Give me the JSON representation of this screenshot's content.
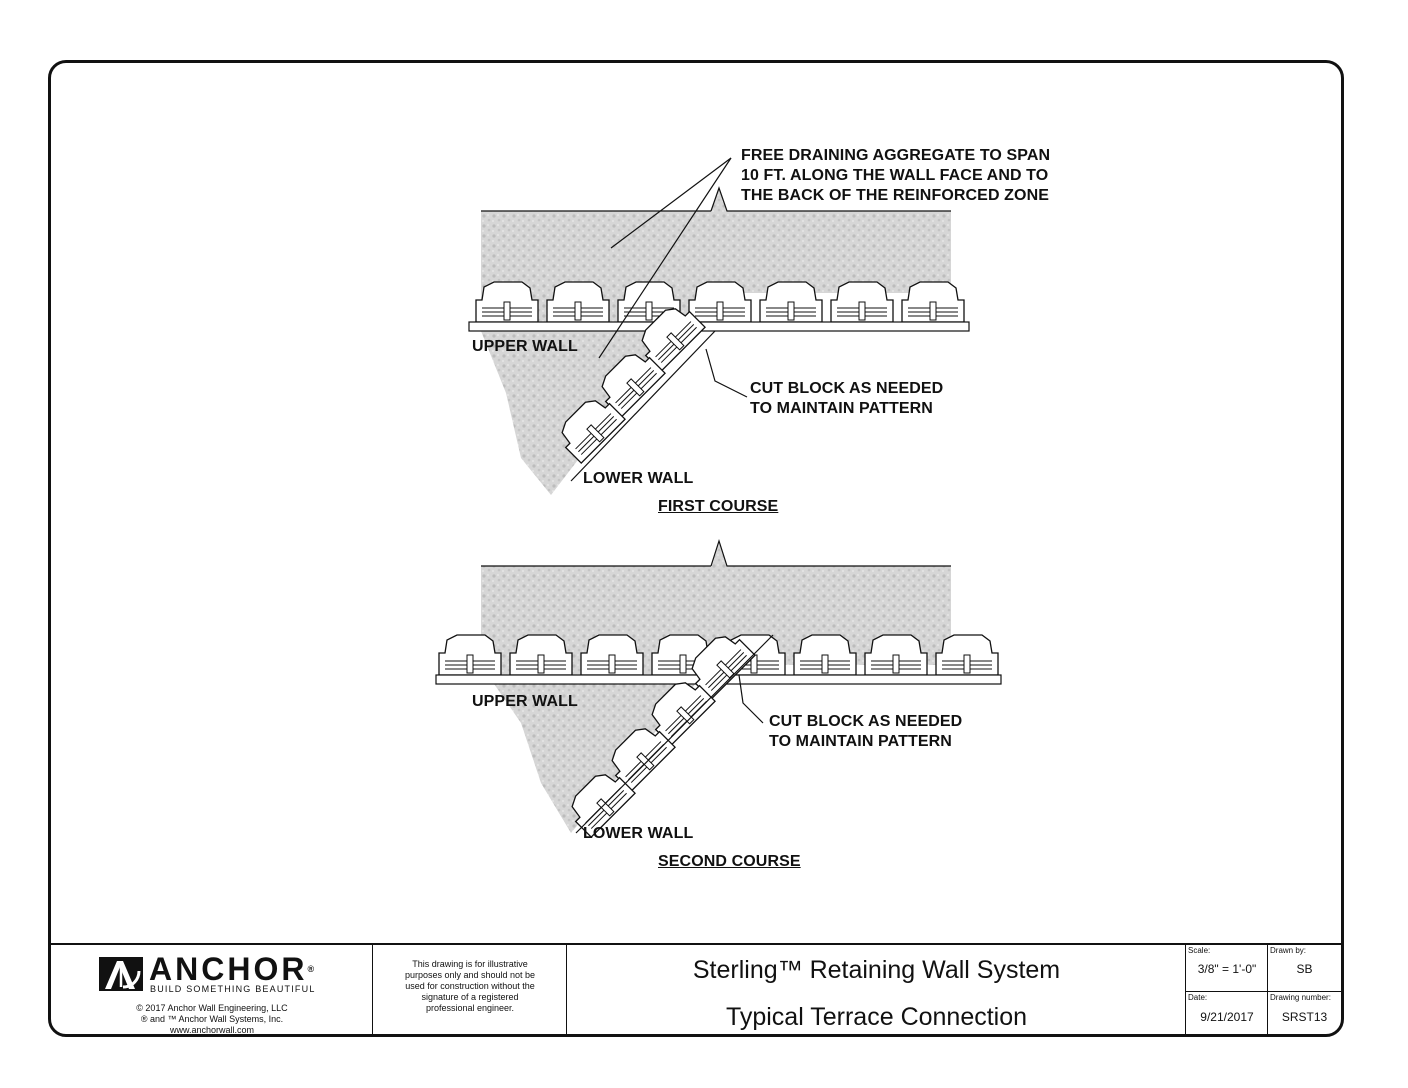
{
  "callouts": {
    "aggregate": [
      "FREE DRAINING AGGREGATE TO SPAN",
      "10 FT. ALONG THE WALL FACE AND TO",
      "THE BACK OF THE REINFORCED ZONE"
    ],
    "cut_block_1": [
      "CUT BLOCK AS NEEDED",
      "TO MAINTAIN PATTERN"
    ],
    "cut_block_2": [
      "CUT BLOCK AS NEEDED",
      "TO MAINTAIN PATTERN"
    ],
    "upper_wall_1": "UPPER WALL",
    "lower_wall_1": "LOWER WALL",
    "upper_wall_2": "UPPER WALL",
    "lower_wall_2": "LOWER WALL"
  },
  "views": {
    "first": "FIRST COURSE",
    "second": "SECOND COURSE"
  },
  "title_block": {
    "brand": "ANCHOR",
    "brand_mark": "®",
    "tagline": "BUILD SOMETHING BEAUTIFUL",
    "copyright": [
      "© 2017 Anchor Wall Engineering, LLC",
      "® and ™ Anchor Wall Systems, Inc.",
      "www.anchorwall.com"
    ],
    "disclaimer": [
      "This drawing is for illustrative",
      "purposes only and should not be",
      "used for construction without the",
      "signature of a registered",
      "professional engineer."
    ],
    "title": "Sterling™ Retaining Wall System",
    "subtitle": "Typical Terrace Connection",
    "scale_label": "Scale:",
    "scale_value": "3/8\" = 1'-0\"",
    "drawn_by_label": "Drawn by:",
    "drawn_by_value": "SB",
    "date_label": "Date:",
    "date_value": "9/21/2017",
    "drawing_number_label": "Drawing number:",
    "drawing_number_value": "SRST13"
  },
  "colors": {
    "line": "#111111",
    "aggregate": "#d2d2d2",
    "block": "#ffffff"
  }
}
